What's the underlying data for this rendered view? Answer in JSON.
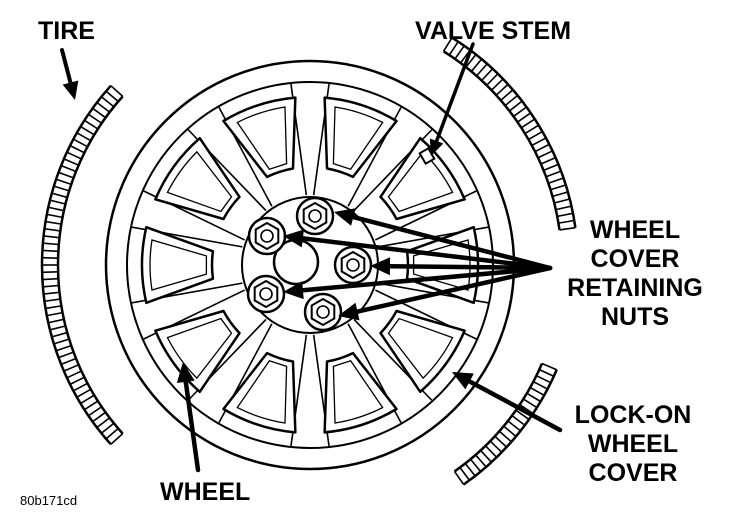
{
  "labels": {
    "tire": "TIRE",
    "valve_stem": "VALVE STEM",
    "retaining_nuts": [
      "WHEEL",
      "COVER",
      "RETAINING",
      "NUTS"
    ],
    "lock_on_cover": [
      "LOCK-ON",
      "WHEEL",
      "COVER"
    ],
    "wheel": "WHEEL",
    "figure_code": "80b171cd"
  },
  "colors": {
    "ink": "#000000",
    "paper": "#ffffff"
  }
}
